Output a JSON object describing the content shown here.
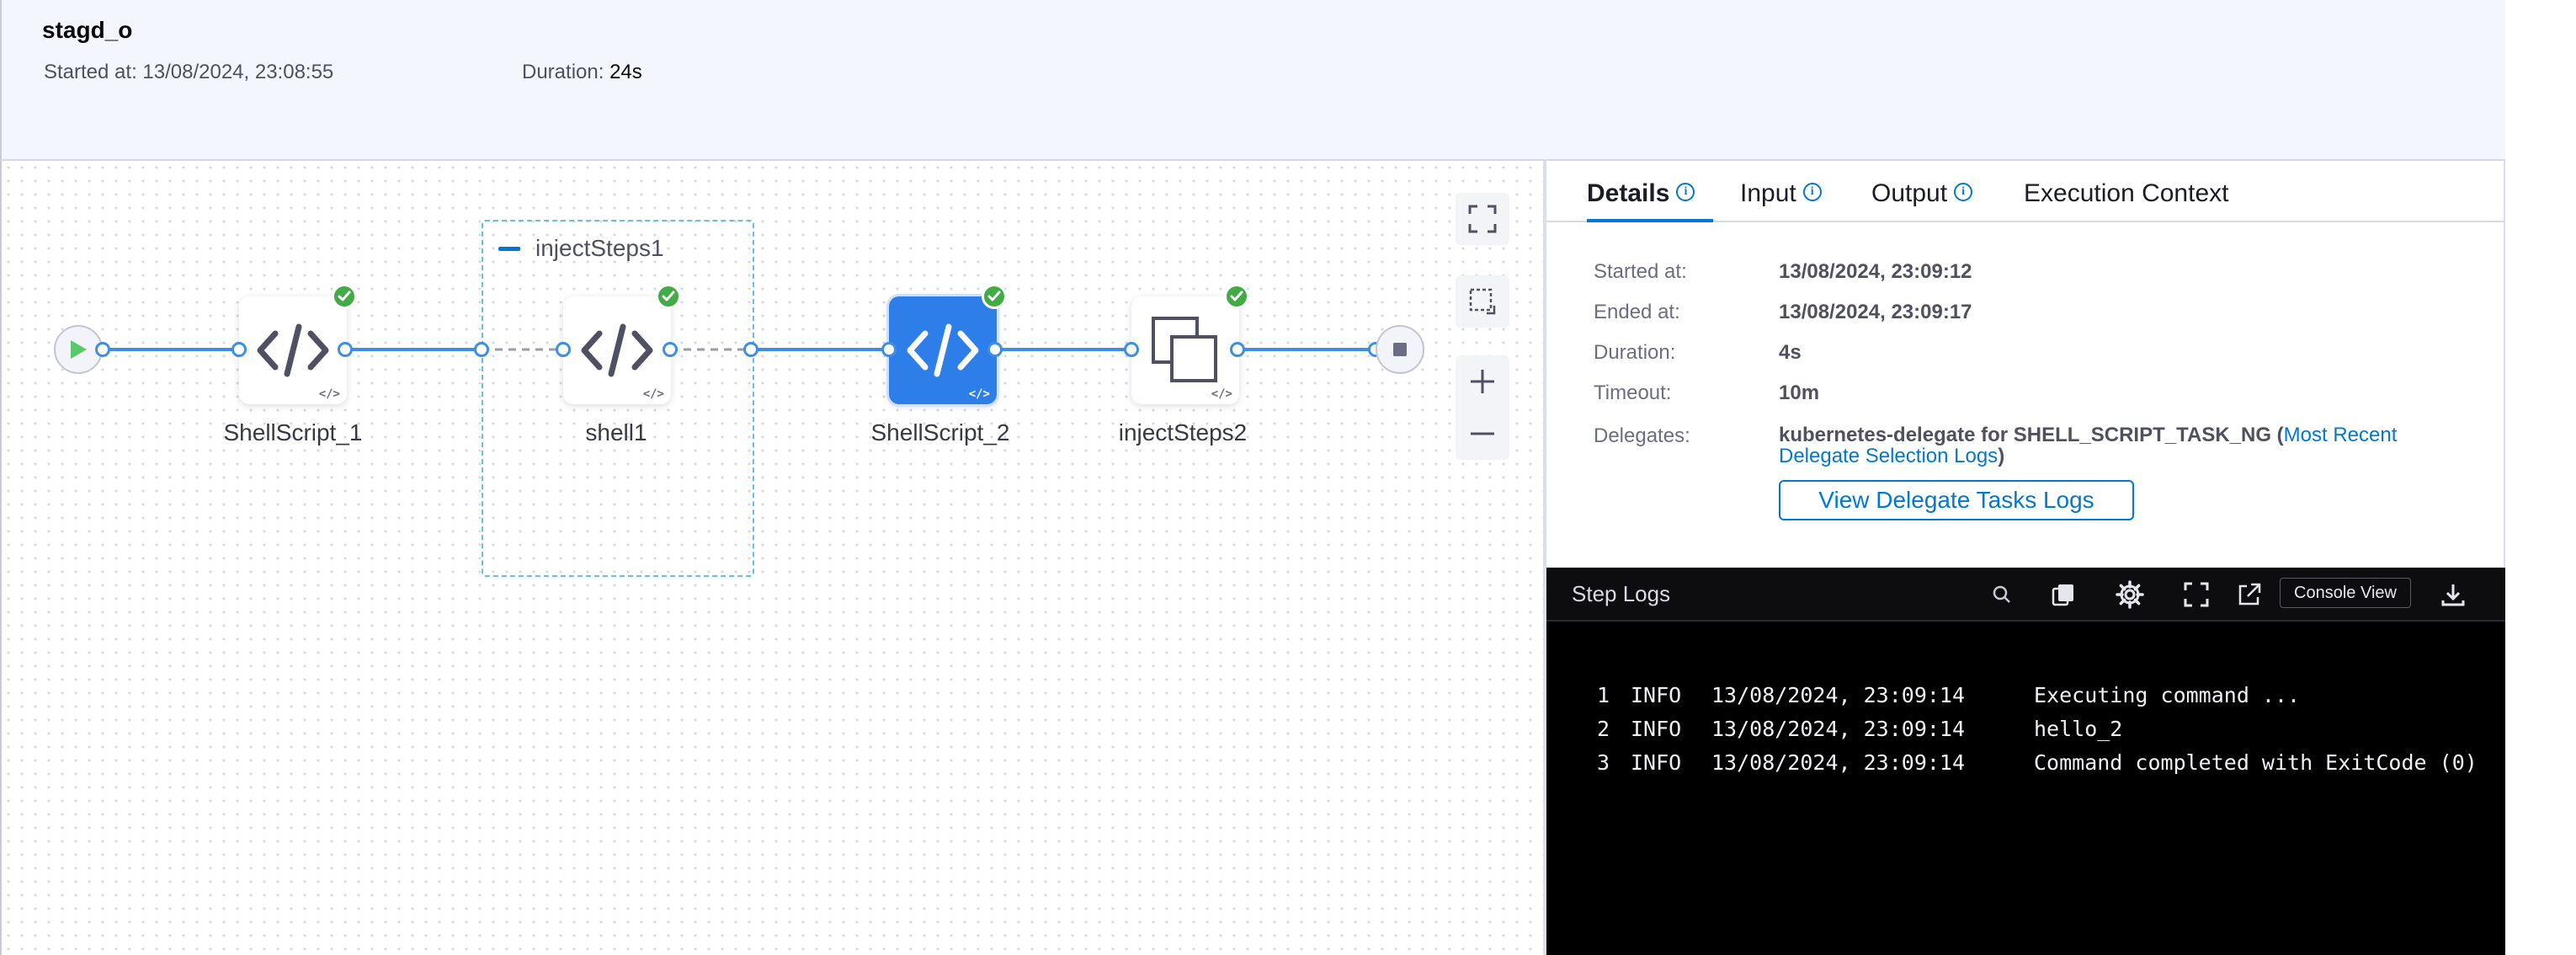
{
  "header": {
    "stage_name": "stagd_o",
    "started_label": "Started at: 13/08/2024, 23:08:55",
    "duration_label": "Duration:",
    "duration_value": "24s"
  },
  "pipeline": {
    "group_name": "injectSteps1",
    "nodes": [
      {
        "label": "ShellScript_1",
        "icon": "code-icon",
        "status": "success"
      },
      {
        "label": "shell1",
        "icon": "code-icon",
        "status": "success"
      },
      {
        "label": "ShellScript_2",
        "icon": "code-icon",
        "status": "success",
        "selected": true
      },
      {
        "label": "injectSteps2",
        "icon": "step-group-icon",
        "status": "success"
      }
    ],
    "node_tag": "</>"
  },
  "details": {
    "tabs": [
      {
        "label": "Details",
        "info": true,
        "active": true
      },
      {
        "label": "Input",
        "info": true
      },
      {
        "label": "Output",
        "info": true
      },
      {
        "label": "Execution Context",
        "info": false
      }
    ],
    "rows": [
      {
        "label": "Started at:",
        "value": "13/08/2024, 23:09:12"
      },
      {
        "label": "Ended at:",
        "value": "13/08/2024, 23:09:17"
      },
      {
        "label": "Duration:",
        "value": "4s"
      },
      {
        "label": "Timeout:",
        "value": "10m"
      }
    ],
    "delegates_label": "Delegates:",
    "delegates_value": "kubernetes-delegate for SHELL_SCRIPT_TASK_NG (",
    "delegates_link": "Most Recent Delegate Selection Logs",
    "delegates_close": ")",
    "view_logs_button": "View Delegate Tasks Logs"
  },
  "logs": {
    "title": "Step Logs",
    "console_view_button": "Console View",
    "lines": [
      {
        "num": "1",
        "level": "INFO",
        "time": "13/08/2024, 23:09:14",
        "message": "Executing command ..."
      },
      {
        "num": "2",
        "level": "INFO",
        "time": "13/08/2024, 23:09:14",
        "message": "hello_2"
      },
      {
        "num": "3",
        "level": "INFO",
        "time": "13/08/2024, 23:09:14",
        "message": "Command completed with ExitCode (0)"
      }
    ]
  },
  "colors": {
    "accent": "#0278d5",
    "success": "#42ab45",
    "selected_node": "#2d7ee8",
    "wire": "#3d8ee6"
  }
}
